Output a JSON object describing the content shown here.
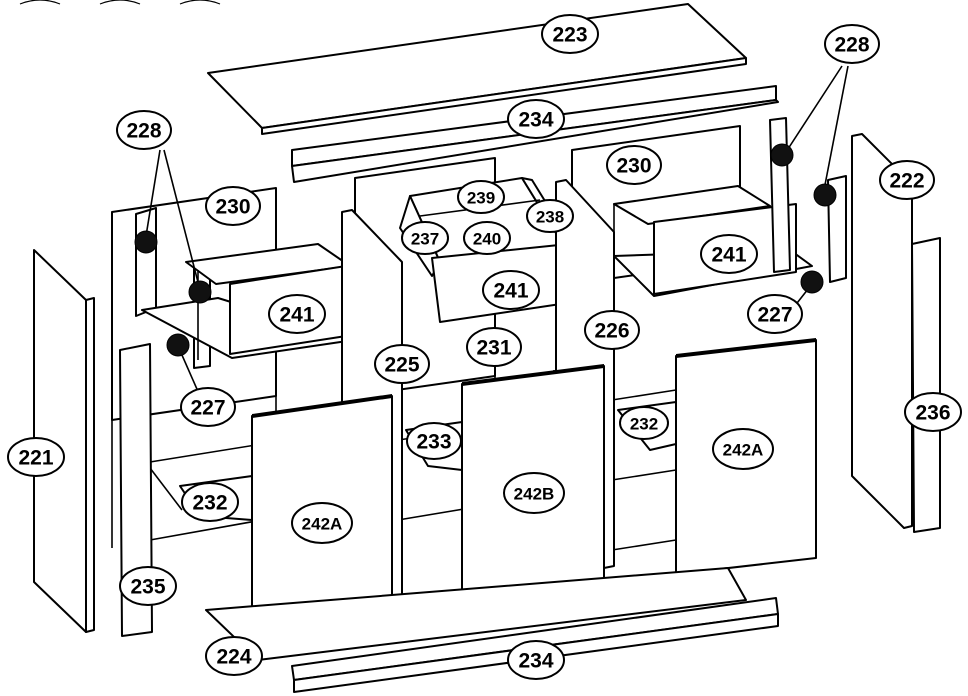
{
  "labels": {
    "p223": "223",
    "p234_top": "234",
    "p228_left": "228",
    "p228_right": "228",
    "p230_left": "230",
    "p230_right": "230",
    "p239": "239",
    "p238": "238",
    "p237": "237",
    "p240": "240",
    "p241_left": "241",
    "p241_center": "241",
    "p241_right": "241",
    "p222": "222",
    "p227_left": "227",
    "p227_right": "227",
    "p226": "226",
    "p231": "231",
    "p225": "225",
    "p221": "221",
    "p233": "233",
    "p232_left": "232",
    "p232_right": "232",
    "p242A_left": "242A",
    "p242B": "242B",
    "p242A_right": "242A",
    "p236": "236",
    "p235": "235",
    "p224": "224",
    "p234_bottom": "234"
  }
}
